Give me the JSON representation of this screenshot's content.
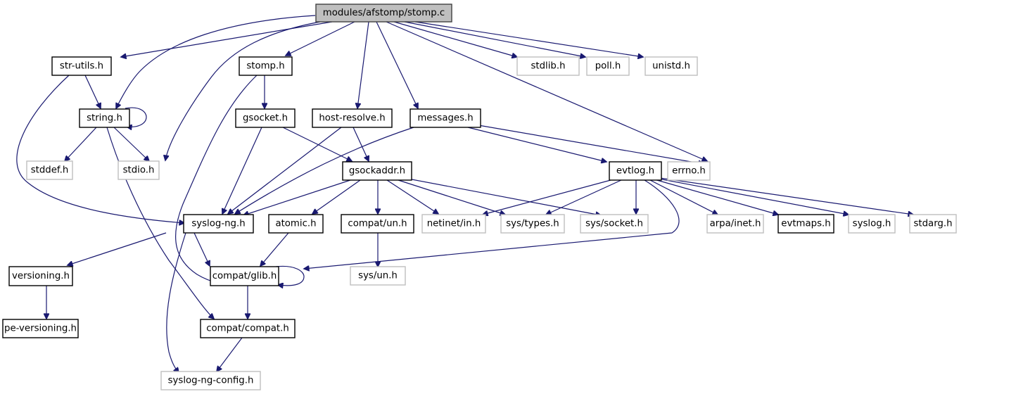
{
  "graph": {
    "title": "modules/afstomp/stomp.c",
    "colors": {
      "edge": "#191970",
      "primary_fill": "#bfbfbf",
      "primary_border": "#404040",
      "internal_border": "#000000",
      "external_border": "#bfbfbf"
    },
    "nodes": [
      {
        "id": "stomp_c",
        "label": "modules/afstomp/stomp.c",
        "kind": "primary"
      },
      {
        "id": "str_utils",
        "label": "str-utils.h",
        "kind": "internal"
      },
      {
        "id": "stomp_h",
        "label": "stomp.h",
        "kind": "internal"
      },
      {
        "id": "stdlib",
        "label": "stdlib.h",
        "kind": "external"
      },
      {
        "id": "poll",
        "label": "poll.h",
        "kind": "external"
      },
      {
        "id": "unistd",
        "label": "unistd.h",
        "kind": "external"
      },
      {
        "id": "string",
        "label": "string.h",
        "kind": "internal"
      },
      {
        "id": "gsocket",
        "label": "gsocket.h",
        "kind": "internal"
      },
      {
        "id": "host_resolve",
        "label": "host-resolve.h",
        "kind": "internal"
      },
      {
        "id": "messages",
        "label": "messages.h",
        "kind": "internal"
      },
      {
        "id": "stddef",
        "label": "stddef.h",
        "kind": "external"
      },
      {
        "id": "stdio",
        "label": "stdio.h",
        "kind": "external"
      },
      {
        "id": "gsockaddr",
        "label": "gsockaddr.h",
        "kind": "internal"
      },
      {
        "id": "evtlog",
        "label": "evtlog.h",
        "kind": "internal"
      },
      {
        "id": "errno",
        "label": "errno.h",
        "kind": "external"
      },
      {
        "id": "syslog_ng",
        "label": "syslog-ng.h",
        "kind": "internal"
      },
      {
        "id": "atomic",
        "label": "atomic.h",
        "kind": "internal"
      },
      {
        "id": "compat_un",
        "label": "compat/un.h",
        "kind": "internal"
      },
      {
        "id": "netinet_in",
        "label": "netinet/in.h",
        "kind": "external"
      },
      {
        "id": "sys_types",
        "label": "sys/types.h",
        "kind": "external"
      },
      {
        "id": "sys_socket",
        "label": "sys/socket.h",
        "kind": "external"
      },
      {
        "id": "arpa_inet",
        "label": "arpa/inet.h",
        "kind": "external"
      },
      {
        "id": "evtmaps",
        "label": "evtmaps.h",
        "kind": "internal"
      },
      {
        "id": "syslog",
        "label": "syslog.h",
        "kind": "external"
      },
      {
        "id": "stdarg",
        "label": "stdarg.h",
        "kind": "external"
      },
      {
        "id": "versioning",
        "label": "versioning.h",
        "kind": "internal"
      },
      {
        "id": "compat_glib",
        "label": "compat/glib.h",
        "kind": "internal"
      },
      {
        "id": "sys_un",
        "label": "sys/un.h",
        "kind": "external"
      },
      {
        "id": "pe_versioning",
        "label": "pe-versioning.h",
        "kind": "internal"
      },
      {
        "id": "compat_compat",
        "label": "compat/compat.h",
        "kind": "internal"
      },
      {
        "id": "syslog_ng_config",
        "label": "syslog-ng-config.h",
        "kind": "external"
      }
    ],
    "edges": [
      [
        "stomp_c",
        "str_utils"
      ],
      [
        "stomp_c",
        "string"
      ],
      [
        "stomp_c",
        "stdio"
      ],
      [
        "stomp_c",
        "stomp_h"
      ],
      [
        "stomp_c",
        "host_resolve"
      ],
      [
        "stomp_c",
        "messages"
      ],
      [
        "stomp_c",
        "errno"
      ],
      [
        "stomp_c",
        "stdlib"
      ],
      [
        "stomp_c",
        "poll"
      ],
      [
        "stomp_c",
        "unistd"
      ],
      [
        "str_utils",
        "string"
      ],
      [
        "str_utils",
        "syslog_ng"
      ],
      [
        "string",
        "string"
      ],
      [
        "string",
        "stddef"
      ],
      [
        "string",
        "stdio"
      ],
      [
        "string",
        "compat_compat"
      ],
      [
        "stomp_h",
        "gsocket"
      ],
      [
        "stomp_h",
        "compat_glib"
      ],
      [
        "gsocket",
        "gsockaddr"
      ],
      [
        "gsocket",
        "syslog_ng"
      ],
      [
        "host_resolve",
        "gsockaddr"
      ],
      [
        "host_resolve",
        "syslog_ng"
      ],
      [
        "messages",
        "syslog_ng"
      ],
      [
        "messages",
        "evtlog"
      ],
      [
        "messages",
        "errno"
      ],
      [
        "gsockaddr",
        "syslog_ng"
      ],
      [
        "gsockaddr",
        "atomic"
      ],
      [
        "gsockaddr",
        "compat_un"
      ],
      [
        "gsockaddr",
        "netinet_in"
      ],
      [
        "gsockaddr",
        "sys_types"
      ],
      [
        "gsockaddr",
        "sys_socket"
      ],
      [
        "evtlog",
        "netinet_in"
      ],
      [
        "evtlog",
        "sys_types"
      ],
      [
        "evtlog",
        "sys_socket"
      ],
      [
        "evtlog",
        "compat_glib"
      ],
      [
        "evtlog",
        "arpa_inet"
      ],
      [
        "evtlog",
        "evtmaps"
      ],
      [
        "evtlog",
        "syslog"
      ],
      [
        "evtlog",
        "stdarg"
      ],
      [
        "syslog_ng",
        "versioning"
      ],
      [
        "syslog_ng",
        "compat_glib"
      ],
      [
        "syslog_ng",
        "syslog_ng_config"
      ],
      [
        "atomic",
        "compat_glib"
      ],
      [
        "compat_un",
        "sys_un"
      ],
      [
        "compat_glib",
        "compat_glib"
      ],
      [
        "compat_glib",
        "compat_compat"
      ],
      [
        "versioning",
        "pe_versioning"
      ],
      [
        "compat_compat",
        "syslog_ng_config"
      ]
    ]
  }
}
